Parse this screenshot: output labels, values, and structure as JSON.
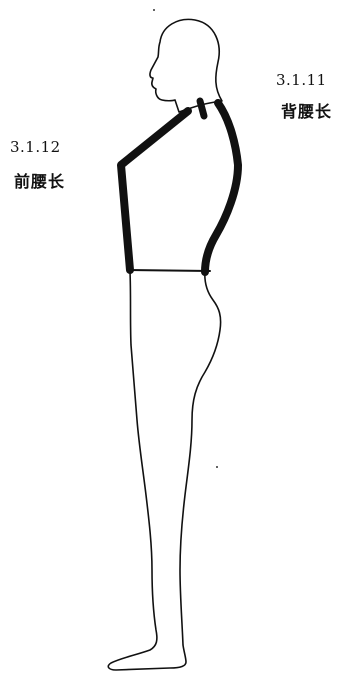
{
  "labels": {
    "back": {
      "code": "3.1.11",
      "term": "背腰长"
    },
    "front": {
      "code": "3.1.12",
      "term": "前腰长"
    }
  },
  "colors": {
    "outline": "#111111",
    "measure": "#111111",
    "background": "#ffffff"
  }
}
